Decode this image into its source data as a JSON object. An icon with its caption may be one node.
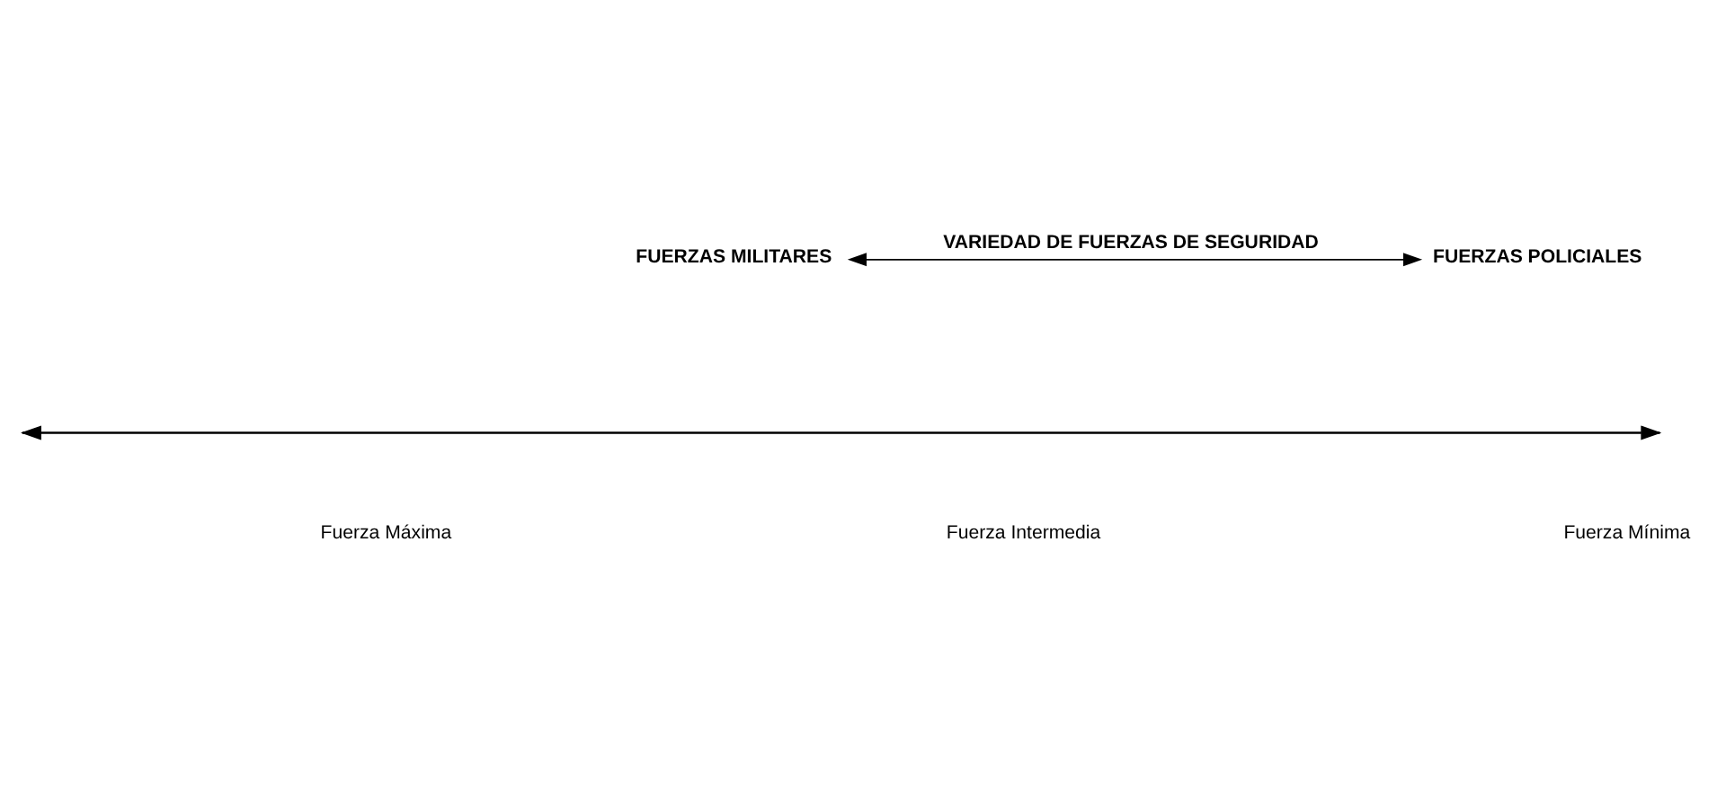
{
  "diagram": {
    "nodes": [
      {
        "text": [
          "FUERZAS MILITARES"
        ]
      },
      {
        "text": [
          "FUERZAS POLICIALES"
        ]
      }
    ],
    "edges": [
      {
        "from": 0,
        "to": 1,
        "arrow": "both",
        "label": "VARIEDAD DE FUERZAS DE SEGURIDAD"
      }
    ],
    "labels": [
      "Fuerza Máxima",
      "Fuerza Intermedia",
      "Fuerza Mínima"
    ]
  }
}
